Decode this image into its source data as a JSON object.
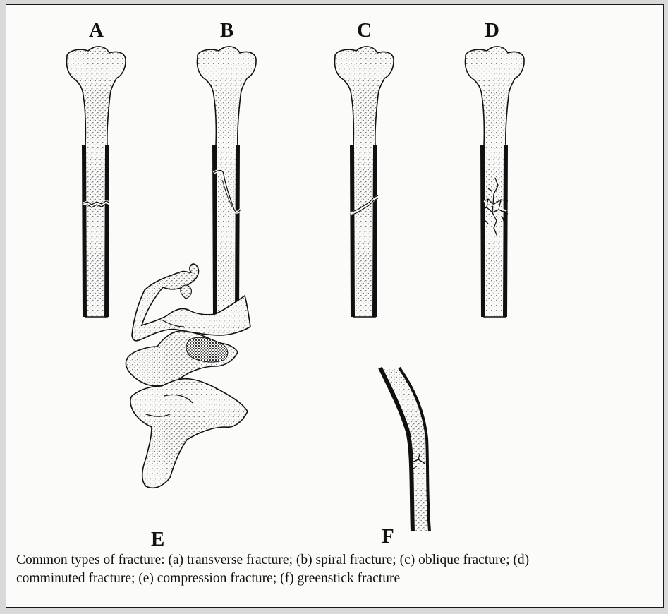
{
  "figure": {
    "labels": {
      "a": "A",
      "b": "B",
      "c": "C",
      "d": "D",
      "e": "E",
      "f": "F"
    },
    "caption_line1": "Common types of fracture: (a) transverse fracture; (b) spiral fracture; (c) oblique fracture; (d)",
    "caption_line2": "comminuted fracture; (e) compression fracture; (f) greenstick fracture"
  },
  "colors": {
    "ink": "#111111",
    "paper": "#fbfbfa",
    "stipple": "#7a7a7a"
  }
}
